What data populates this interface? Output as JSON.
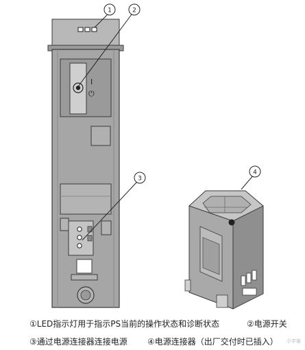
{
  "callouts": [
    {
      "id": "1",
      "label": "1"
    },
    {
      "id": "2",
      "label": "2"
    },
    {
      "id": "3",
      "label": "3"
    },
    {
      "id": "4",
      "label": "4"
    }
  ],
  "device": {
    "switch_on_symbol": "I",
    "switch_power_symbol": "⏻"
  },
  "captions": {
    "line1_left": "①LED指示灯用于指示PS当前的操作状态和诊断状态",
    "line1_right": "②电源开关",
    "line2_left": "③通过电源连接器连接电源",
    "line2_right": "④电源连接器（出厂交付时已插入）"
  },
  "watermark": "小宇宙",
  "colors": {
    "module_body": "#a6a6a6",
    "module_outline": "#3a3a3a",
    "panel_dark": "#8c8c8c",
    "panel_light": "#d0d0d0",
    "connector_body": "#9a9a9a"
  }
}
